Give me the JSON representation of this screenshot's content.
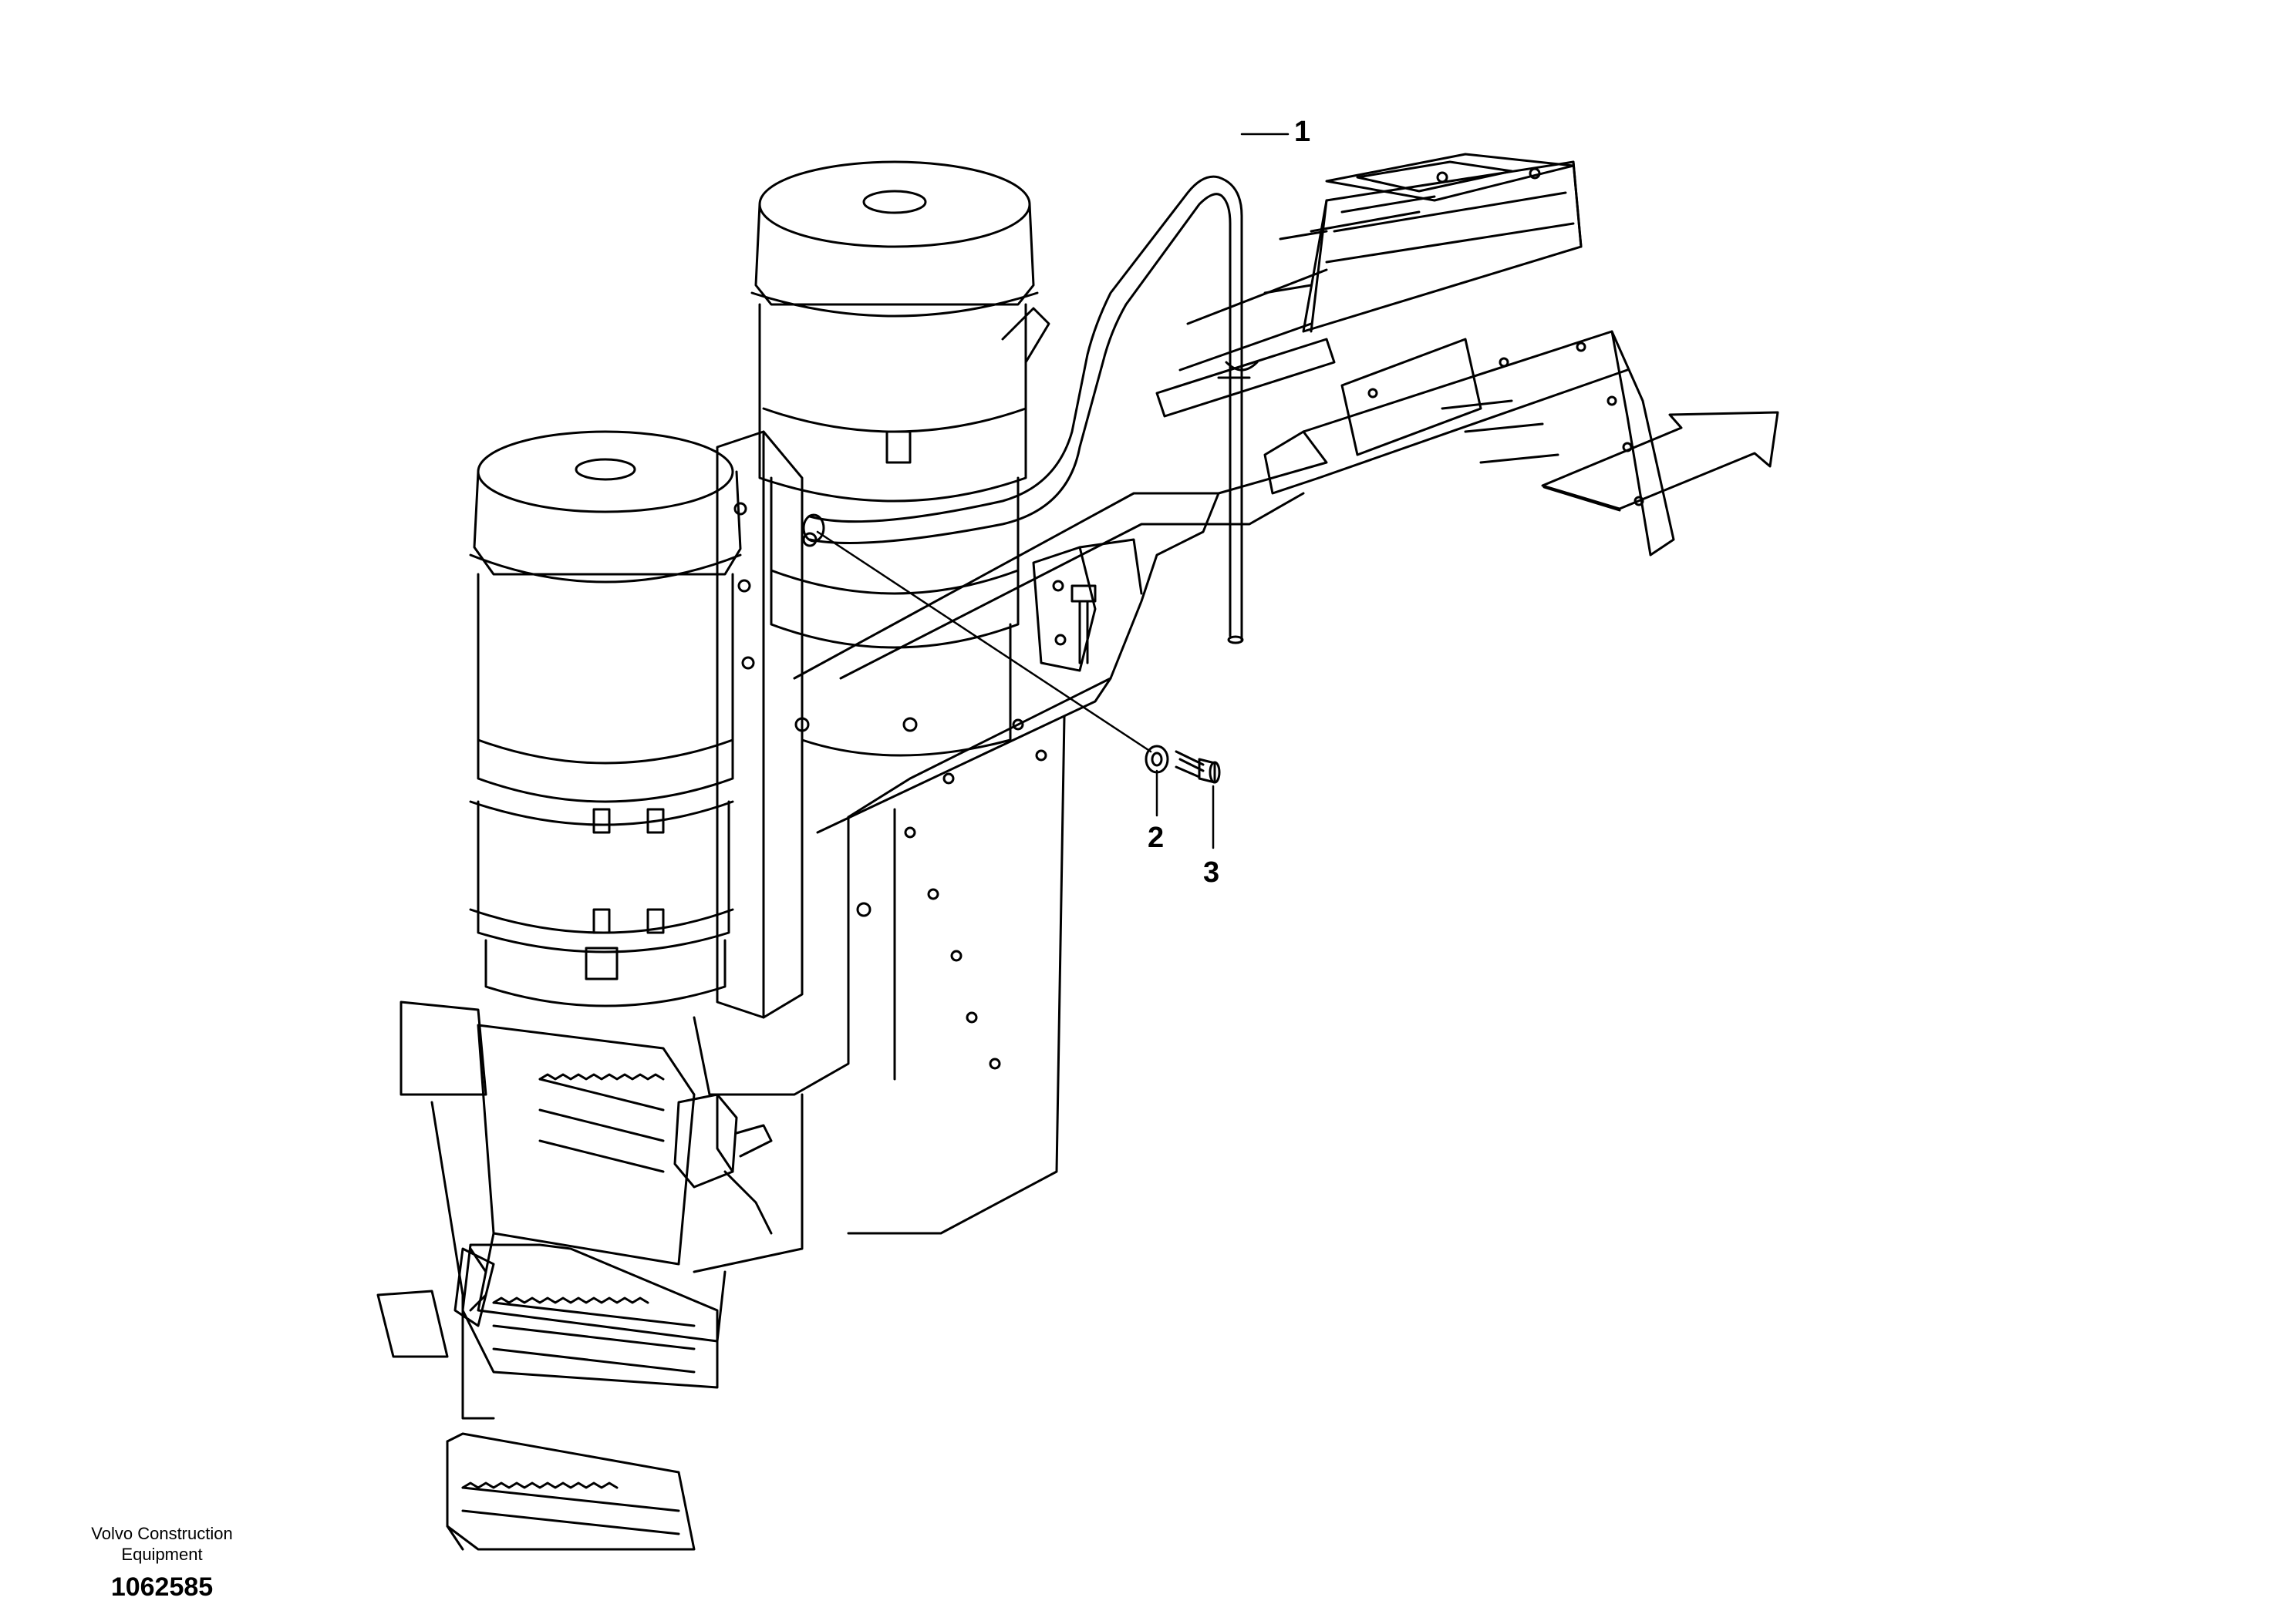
{
  "callouts": [
    {
      "label": "1"
    },
    {
      "label": "2"
    },
    {
      "label": "3"
    }
  ],
  "footer": {
    "brand_line1": "Volvo Construction",
    "brand_line2": "Equipment",
    "drawing_number": "1062585"
  },
  "colors": {
    "line": "#000000",
    "background": "#ffffff"
  }
}
